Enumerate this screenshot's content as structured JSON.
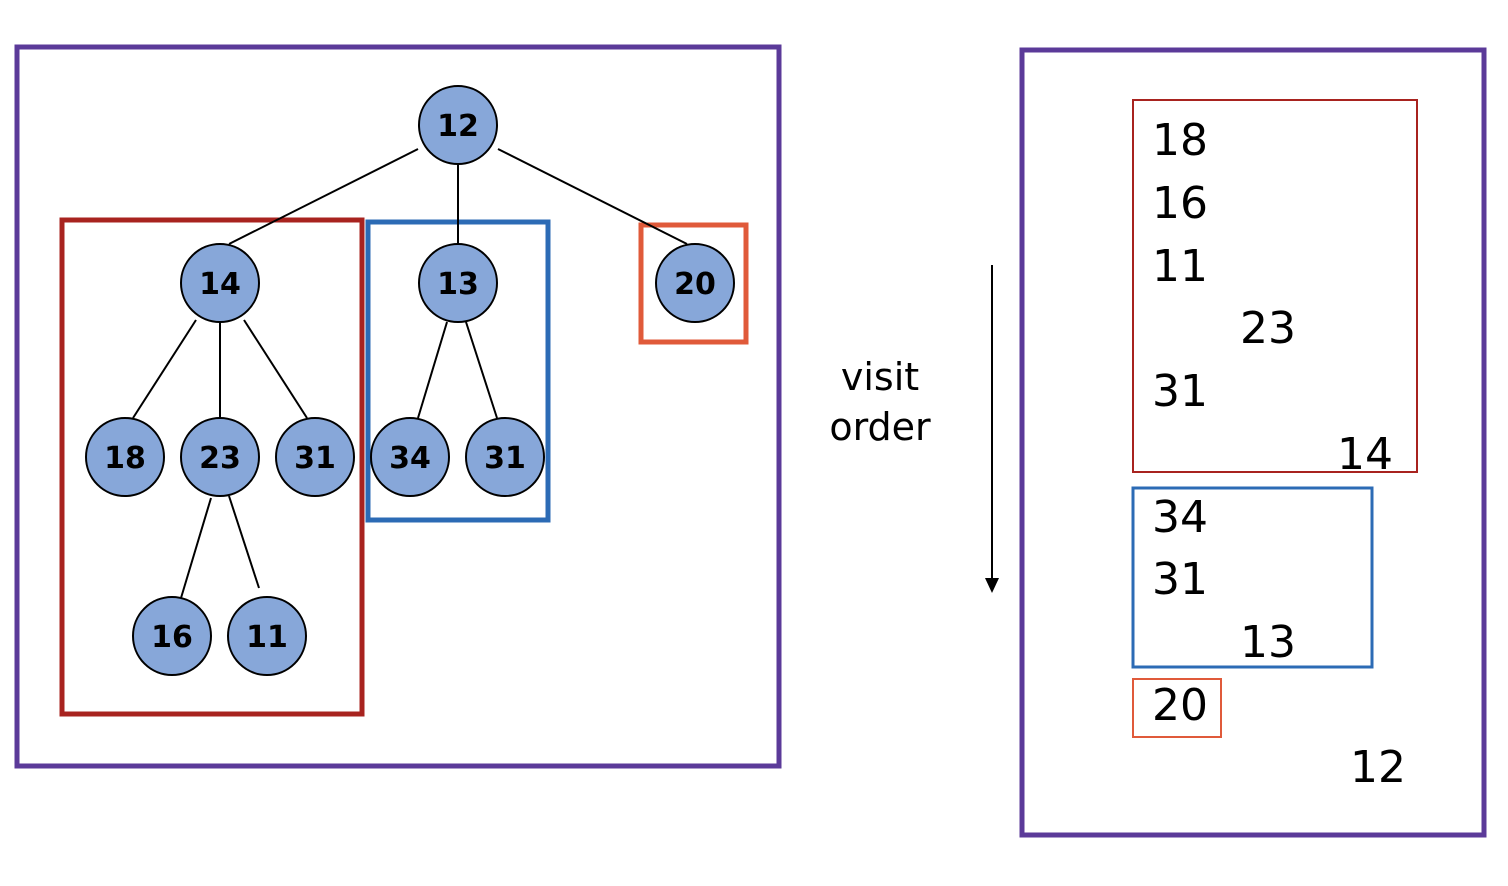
{
  "colors": {
    "frame": "#5b3a99",
    "node_fill": "#87a7d9",
    "node_stroke": "#000000",
    "group_first": "#a8231f",
    "group_second": "#2c6bb5",
    "group_third": "#e05a3a"
  },
  "tree": {
    "root": "12",
    "child_1": "14",
    "child_2": "13",
    "child_3": "20",
    "child_1_a": "18",
    "child_1_b": "23",
    "child_1_c": "31",
    "child_1_b_a": "16",
    "child_1_b_b": "11",
    "child_2_a": "34",
    "child_2_b": "31"
  },
  "arrow": {
    "label_line1": "visit",
    "label_line2": "order"
  },
  "order": {
    "group_first": [
      "18",
      "16",
      "11",
      "23",
      "31",
      "14"
    ],
    "group_second": [
      "34",
      "31",
      "13"
    ],
    "group_third": [
      "20"
    ],
    "last": "12"
  }
}
